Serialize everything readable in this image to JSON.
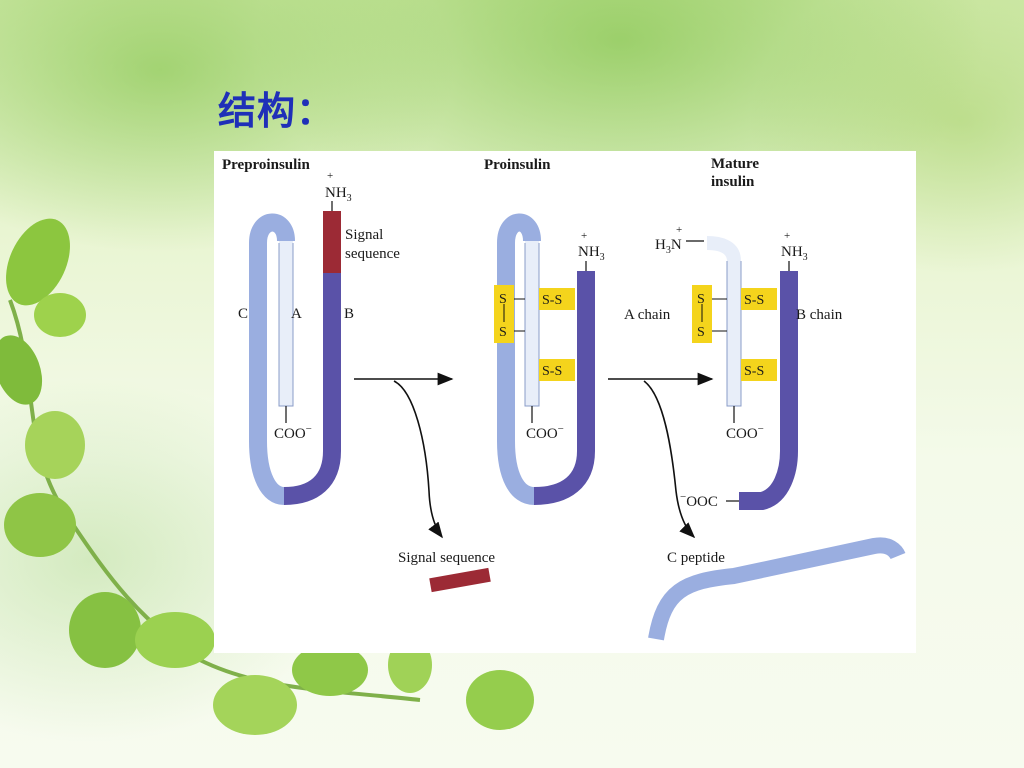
{
  "slide": {
    "title": "结构："
  },
  "diagram": {
    "headers": {
      "preproinsulin": "Preproinsulin",
      "proinsulin": "Proinsulin",
      "mature_line1": "Mature",
      "mature_line2": "insulin"
    },
    "chain_labels": {
      "c": "C",
      "a": "A",
      "b": "B",
      "a_chain": "A chain",
      "b_chain": "B chain"
    },
    "termini": {
      "nh3": "NH",
      "nh3_sub": "3",
      "charge_plus": "+",
      "charge_minus": "−",
      "coo": "COO",
      "h3n_h": "H",
      "h3n_sub": "3",
      "h3n_n": "N",
      "ooc": "OOC"
    },
    "signal_label_line1": "Signal",
    "signal_label_line2": "sequence",
    "products": {
      "signal_sequence": "Signal sequence",
      "c_peptide": "C peptide"
    },
    "bonds": {
      "s": "S",
      "ss": "S-S"
    },
    "colors": {
      "a_chain": "#e8eef9",
      "c_peptide": "#9aaee0",
      "b_chain": "#5a52a8",
      "signal": "#9c2a35",
      "disulfide_box": "#f4d41c",
      "title": "#1f2fb8"
    }
  }
}
